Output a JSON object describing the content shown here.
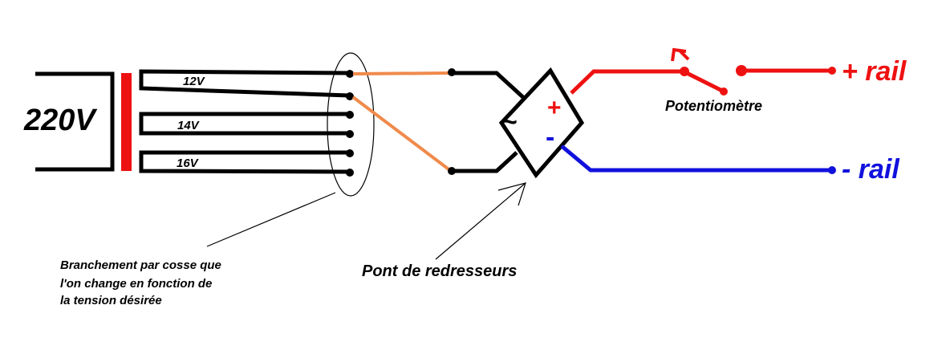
{
  "labels": {
    "mains_voltage": "220V",
    "tap_12": "12V",
    "tap_14": "14V",
    "tap_16": "16V",
    "ac_symbol": "~",
    "plus_sign": "+",
    "minus_sign": "-",
    "plus_rail": "+ rail",
    "minus_rail": "- rail",
    "potentiometer": "Potentiomètre",
    "bridge_caption": "Pont de redresseurs",
    "connector_note_line1": "Branchement par cosse que",
    "connector_note_line2": "l'on change en fonction de",
    "connector_note_line3": "la tension désirée"
  },
  "colors": {
    "wire": "#000000",
    "positive": "#ee1111",
    "negative": "#1111dd",
    "selector_wire": "#f08a4b",
    "core": "#ee1111"
  }
}
